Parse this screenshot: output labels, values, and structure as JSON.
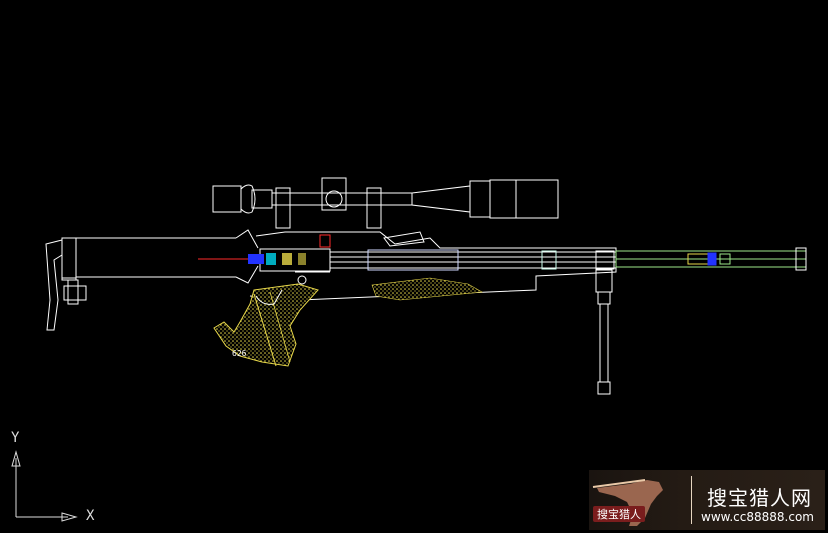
{
  "ucs": {
    "y_label": "Y",
    "x_label": "X"
  },
  "watermark": {
    "site_name": "搜宝猎人网",
    "url": "www.cc88888.com",
    "badge": "搜宝猎人"
  },
  "grip_text": "626",
  "colors": {
    "background": "#000000",
    "outline": "#ffffff",
    "hatch": "#e8d84a",
    "barrel": "#9ee88a",
    "cyan": "#00e5ff",
    "blue": "#2233ff",
    "red": "#ff2a2a"
  },
  "icons": [
    "rifle-drawing",
    "scope",
    "bipod",
    "stock",
    "grip",
    "hunter-silhouette-icon"
  ]
}
